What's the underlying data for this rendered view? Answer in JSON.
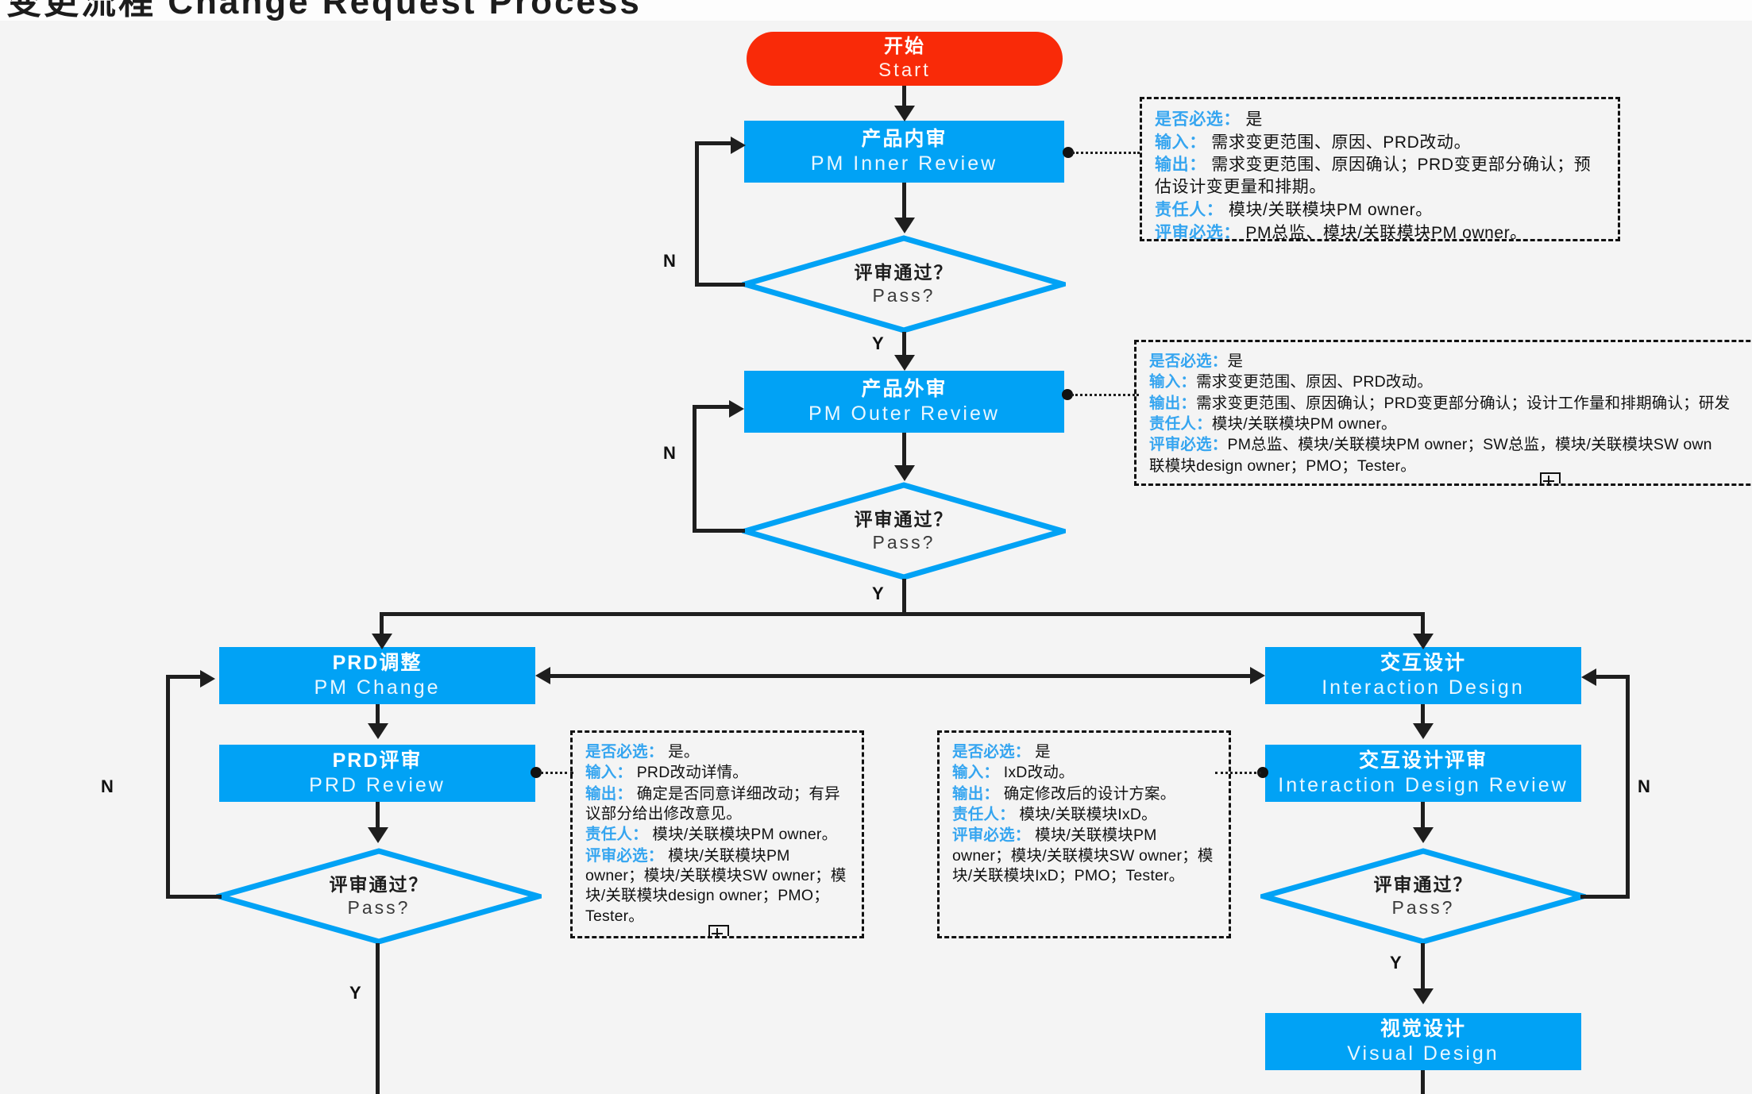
{
  "page": {
    "title": "变更流程 Change Request Process",
    "background": "#f4f4f4",
    "accent_blue": "#01a2f5",
    "accent_red": "#f92a08",
    "note_key_color": "#35a5f0",
    "line_color": "#1e1e1e"
  },
  "nodes": {
    "start": {
      "cn": "开始",
      "en": "Start"
    },
    "pm_inner": {
      "cn": "产品内审",
      "en": "PM Inner Review"
    },
    "pm_outer": {
      "cn": "产品外审",
      "en": "PM Outer Review"
    },
    "prd_change": {
      "cn": "PRD调整",
      "en": "PM Change"
    },
    "prd_review": {
      "cn": "PRD评审",
      "en": "PRD Review"
    },
    "ixd": {
      "cn": "交互设计",
      "en": "Interaction Design"
    },
    "ixd_review": {
      "cn": "交互设计评审",
      "en": "Interaction Design Review"
    },
    "visual": {
      "cn": "视觉设计",
      "en": "Visual Design"
    }
  },
  "decisions": {
    "pass1": {
      "cn": "评审通过？",
      "en": "Pass?"
    },
    "pass2": {
      "cn": "评审通过？",
      "en": "Pass?"
    },
    "pass3": {
      "cn": "评审通过？",
      "en": "Pass?"
    },
    "pass4": {
      "cn": "评审通过？",
      "en": "Pass?"
    }
  },
  "edge_labels": {
    "n1": "N",
    "n2": "N",
    "n3": "N",
    "n4": "N",
    "y1": "Y",
    "y2": "Y",
    "y3": "Y",
    "y4": "Y"
  },
  "notes": {
    "pm_inner": {
      "lines": [
        {
          "key": "是否必选：",
          "val": " 是"
        },
        {
          "key": "输入：",
          "val": " 需求变更范围、原因、PRD改动。"
        },
        {
          "key": "输出：",
          "val": " 需求变更范围、原因确认；PRD变更部分确认；预估设计变更量和排期。"
        },
        {
          "key": "责任人：",
          "val": " 模块/关联模块PM owner。"
        },
        {
          "key": "评审必选：",
          "val": " PM总监、模块/关联模块PM owner。"
        }
      ]
    },
    "pm_outer": {
      "lines": [
        {
          "key": "是否必选：",
          "val": "是"
        },
        {
          "key": "输入：",
          "val": "需求变更范围、原因、PRD改动。"
        },
        {
          "key": "输出：",
          "val": "需求变更范围、原因确认；PRD变更部分确认；设计工作量和排期确认；研发"
        },
        {
          "key": "责任人：",
          "val": "模块/关联模块PM owner。"
        },
        {
          "key": "评审必选：",
          "val": "PM总监、模块/关联模块PM owner；SW总监，模块/关联模块SW own"
        },
        {
          "key": "",
          "val": "联模块design owner；PMO；Tester。"
        }
      ]
    },
    "prd_review": {
      "lines": [
        {
          "key": "是否必选：",
          "val": " 是。"
        },
        {
          "key": "输入：",
          "val": " PRD改动详情。"
        },
        {
          "key": "输出：",
          "val": " 确定是否同意详细改动；有异议部分给出修改意见。"
        },
        {
          "key": "责任人：",
          "val": " 模块/关联模块PM owner。"
        },
        {
          "key": "评审必选：",
          "val": " 模块/关联模块PM owner；模块/关联模块SW owner；模块/关联模块design owner；PMO；Tester。"
        }
      ]
    },
    "ixd_review": {
      "lines": [
        {
          "key": "是否必选：",
          "val": " 是"
        },
        {
          "key": "输入：",
          "val": " IxD改动。"
        },
        {
          "key": "输出：",
          "val": " 确定修改后的设计方案。"
        },
        {
          "key": "责任人：",
          "val": " 模块/关联模块IxD。"
        },
        {
          "key": "评审必选：",
          "val": " 模块/关联模块PM owner；模块/关联模块SW owner；模块/关联模块IxD；PMO；Tester。"
        }
      ]
    }
  }
}
